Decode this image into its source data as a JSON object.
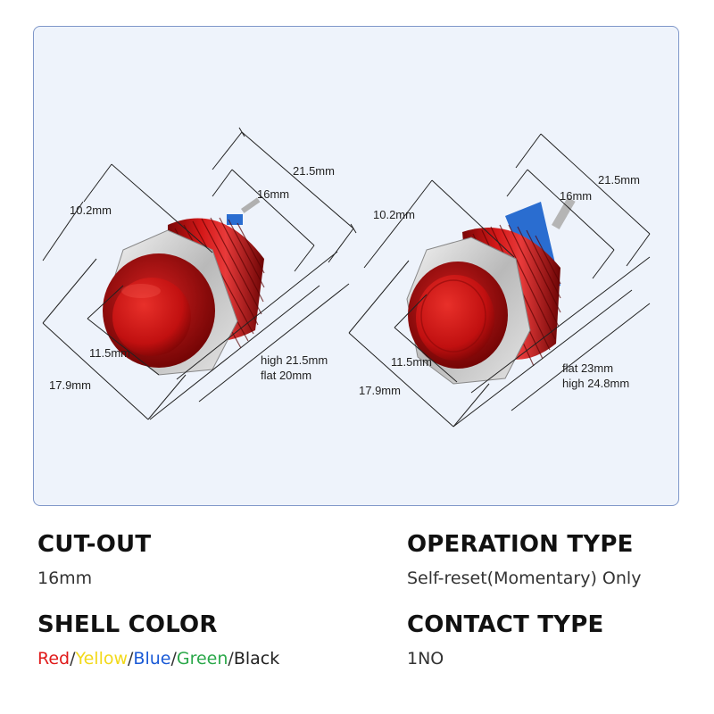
{
  "diagram": {
    "left": {
      "overall_label": "21.5mm",
      "thread_label": "16mm",
      "nut_label": "10.2mm",
      "head_label": "11.5mm",
      "bezel_label": "17.9mm",
      "height_high_label": "high 21.5mm",
      "height_flat_label": "flat 20mm"
    },
    "right": {
      "overall_label": "21.5mm",
      "thread_label": "16mm",
      "nut_label": "10.2mm",
      "head_label": "11.5mm",
      "bezel_label": "17.9mm",
      "height_flat_label": "flat 23mm",
      "height_high_label": "high 24.8mm"
    }
  },
  "specs": {
    "cutout": {
      "title": "CUT-OUT",
      "value": "16mm"
    },
    "operation": {
      "title": "OPERATION TYPE",
      "value": "Self-reset(Momentary) Only"
    },
    "shell_color": {
      "title": "SHELL COLOR",
      "colors": [
        {
          "name": "Red",
          "hex": "#e01a1a"
        },
        {
          "name": "Yellow",
          "hex": "#f2d91a"
        },
        {
          "name": "Blue",
          "hex": "#1a5ad6"
        },
        {
          "name": "Green",
          "hex": "#2ba84a"
        },
        {
          "name": "Black",
          "hex": "#222222"
        }
      ],
      "separator": "/"
    },
    "contact": {
      "title": "CONTACT TYPE",
      "value": "1NO"
    }
  }
}
